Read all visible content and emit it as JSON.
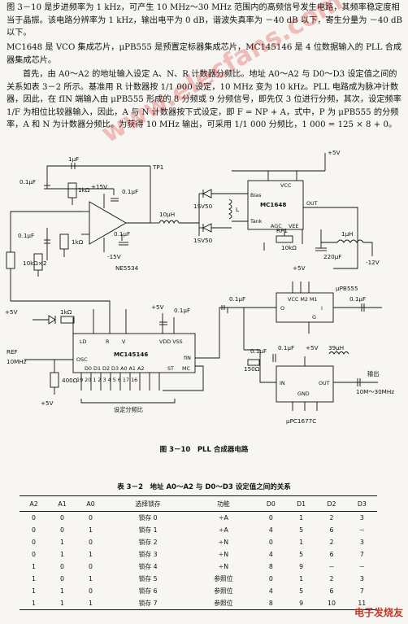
{
  "text": {
    "p1": "图 3－10 是步进频率为 1 kHz，可产生 10 MHz～30 MHz 范围内的高频信号发生电路，其频率稳定度相当于晶振。该电路分辨率为 1 kHz，输出电平为 0 dB，谐波失真率为 －40 dB 以下，寄生分量为 －40 dB 以下。",
    "p2": "MC1648 是 VCO 集成芯片，μPB555 是预置定标器集成芯片，MC145146 是 4 位数据输入的 PLL 合成器集成芯片。",
    "p3": "首先，由 A0～A2 的地址输入设定 A、N、R 计数器分频比。地址 A0～A2 与 D0～D3 设定值之间的关系如表 3－2 所示。基准用 R 计数器按 1/1 000 设定，10 MHz 变为 10 kHz。PLL 电路成为脉冲计数器，因此，在 fIN 端输入由 μPB555 形成的 8 分频或 9 分频信号，即先仅 3 位进行分频，其次，设定频率 1/F 为相位比较器输入，因此，A 与 N 计数器按下式设定，即 F = NP + A，式中，P 为 μPB555 的分频率，A 和 N 为计数器分频比。为获得 10 MHz 输出，可采用 1/1 000 分频比，1 000 = 125 × 8 + 0。"
  },
  "figure": {
    "caption": "图 3－10　PLL 合成器电路",
    "labels": {
      "c1uF_top": "1μF",
      "tp1": "TP1",
      "c01_left": "0.1μF",
      "r1k_a": "1kΩ",
      "plus15v": "+15V",
      "c01_mid": "0.1μF",
      "minus15v": "-15V",
      "ne5534": "NE5534",
      "c01_b": "0.1μF",
      "r1k_b": "1kΩ",
      "r10k2": "10kΩ×2",
      "c01_c": "0.1μF",
      "ind10u": "10μH",
      "sv50a": "1SV50",
      "sv50b": "1SV50",
      "L": "L",
      "bias": "Bias",
      "tank": "Tank",
      "agc": "AGC",
      "mc1648": "MC1648",
      "vcc": "VCC",
      "vee": "VEE",
      "out": "OUT",
      "plus5v_top": "+5V",
      "rp1": "RP1",
      "r10k": "10kΩ",
      "c220": "220μF",
      "ind1u": "1μH",
      "minus12v": "-12V",
      "plus5v_a": "+5V",
      "upb555": "μPB555",
      "c01_d": "0.1μF",
      "c01_e": "0.1μF",
      "vcc_m": "VCC M2 M1",
      "o": "O",
      "i": "I",
      "g": "G",
      "plus5v_led": "+5V",
      "r1k_led": "1kΩ",
      "plus5v_b": "+5V",
      "c01_f": "0.1μF",
      "ld": "LD",
      "r": "R",
      "v": "V",
      "vdd_vss": "VDD VSS",
      "osc": "OSC",
      "mc145146": "MC145146",
      "fin": "fIN",
      "st": "ST",
      "mc": "MC",
      "ref": "REF",
      "ref10": "10MHz",
      "r400": "400Ω",
      "plus5v_c": "+5V",
      "pins_top": "19 20 1 2 3 4 5 6 17 16",
      "pins_names": "D0 D1 D2 D3 A0 A1 A2",
      "set_ratio": "设定分频比",
      "c01_g": "0.1μF",
      "c01_h": "0.1μF",
      "r150": "150Ω",
      "plus5v_d": "+5V",
      "ind39": "39μH",
      "in": "IN",
      "gnd": "GND",
      "out2": "OUT",
      "output": "输出",
      "out_range": "10M～30MHz",
      "upc1677": "μPC1677C"
    }
  },
  "table": {
    "caption": "表 3－2　地址 A0～A2 与 D0～D3 设定值之间的关系",
    "headers": [
      "A2",
      "A1",
      "A0",
      "选择锁存",
      "功能",
      "D0",
      "D1",
      "D2",
      "D3"
    ],
    "rows": [
      [
        "0",
        "0",
        "0",
        "锁存 0",
        "÷A",
        "0",
        "1",
        "2",
        "3"
      ],
      [
        "0",
        "0",
        "1",
        "锁存 1",
        "÷A",
        "4",
        "5",
        "6",
        "－"
      ],
      [
        "0",
        "1",
        "0",
        "锁存 2",
        "÷N",
        "0",
        "1",
        "2",
        "3"
      ],
      [
        "0",
        "1",
        "1",
        "锁存 3",
        "÷N",
        "4",
        "5",
        "6",
        "7"
      ],
      [
        "1",
        "0",
        "0",
        "锁存 4",
        "÷N",
        "8",
        "9",
        "－",
        "－"
      ],
      [
        "1",
        "0",
        "1",
        "锁存 5",
        "参照位",
        "0",
        "1",
        "2",
        "3"
      ],
      [
        "1",
        "1",
        "0",
        "锁存 6",
        "参照位",
        "4",
        "5",
        "6",
        "7"
      ],
      [
        "1",
        "1",
        "1",
        "锁存 7",
        "参照位",
        "8",
        "9",
        "10",
        "11"
      ]
    ]
  },
  "watermark": "www.elecfans.com",
  "logo": "电子发烧友"
}
